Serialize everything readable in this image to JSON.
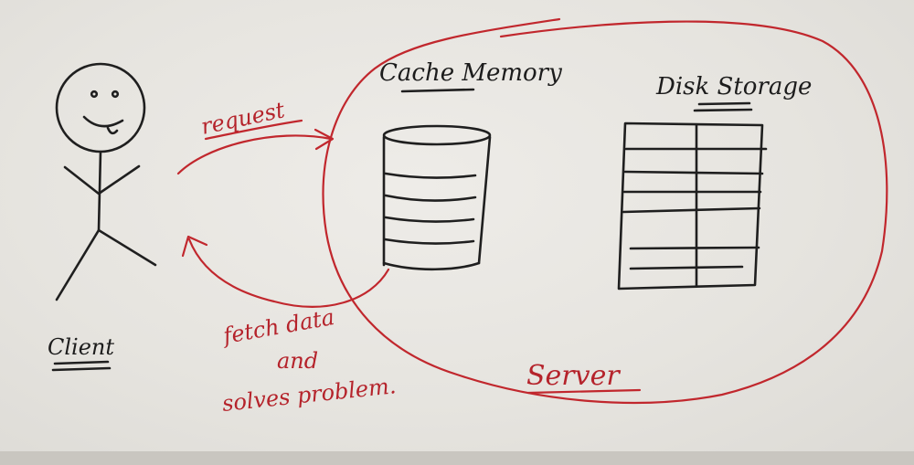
{
  "labels": {
    "client": "Client",
    "cache": "Cache Memory",
    "disk": "Disk Storage",
    "request": "request",
    "fetch_line1": "fetch data",
    "fetch_line2": "and",
    "fetch_line3": "solves problem.",
    "server": "Server"
  },
  "colors": {
    "ink_black": "#1f1f1f",
    "ink_red": "#c1272d",
    "paper": "#e6e4df"
  },
  "icons": {
    "client": "stick-figure-icon",
    "cache": "cylinder-database-icon",
    "disk": "grid-table-icon"
  }
}
